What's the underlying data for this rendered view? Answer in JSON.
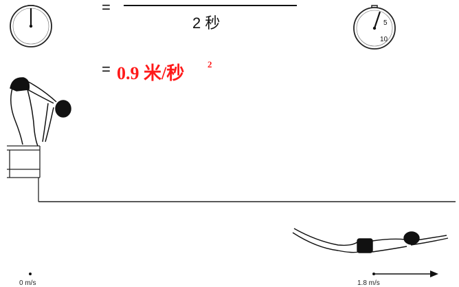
{
  "equation": {
    "eq_sign_top": "=",
    "denominator": "2 秒",
    "eq_sign_result": "=",
    "result": "0.9 米/秒",
    "exponent": "2"
  },
  "labels": {
    "start_speed": "0 m/s",
    "end_speed": "1.8 m/s"
  },
  "clocks": {
    "end_clock_numbers": [
      "5",
      "10"
    ]
  },
  "colors": {
    "result": "#ff1a1a",
    "ink": "#111111"
  }
}
